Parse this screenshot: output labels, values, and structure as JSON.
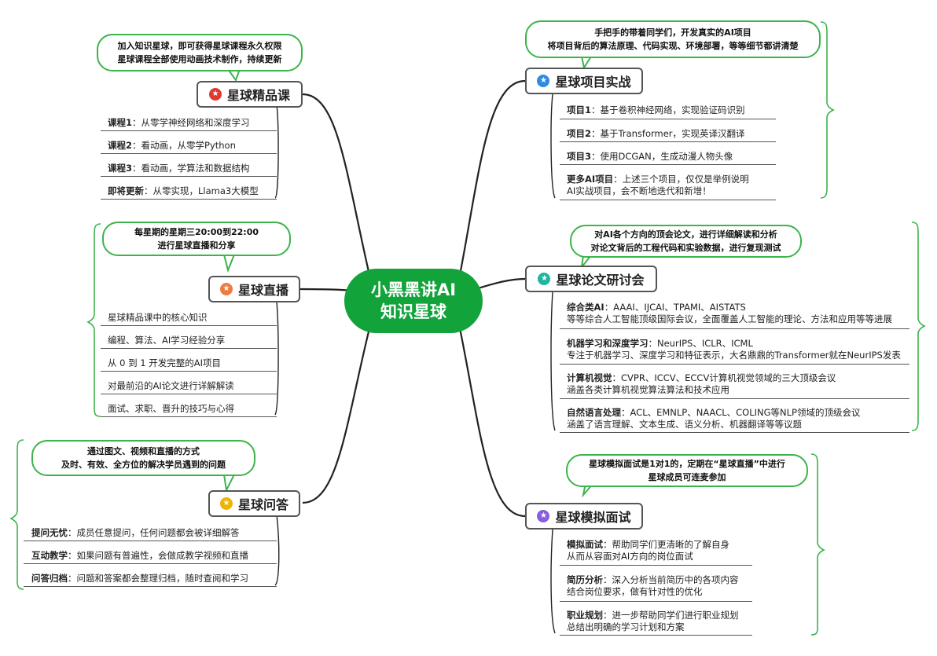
{
  "center": {
    "line1": "小黑黑讲AI",
    "line2": "知识星球"
  },
  "colors": {
    "accent": "#12a33a",
    "callout_border": "#3cb44b",
    "bracket": "#3cb44b",
    "branch": "#222222"
  },
  "branches": {
    "course": {
      "title": "星球精品课",
      "icon": "red-star-icon",
      "icon_color": "#e03a2f",
      "callout": [
        "加入知识星球，即可获得星球课程永久权限",
        "星球课程全部使用动画技术制作，持续更新"
      ],
      "items": [
        {
          "bold": "课程1",
          "text": "：从零学神经网络和深度学习"
        },
        {
          "bold": "课程2",
          "text": "：看动画，从零学Python"
        },
        {
          "bold": "课程3",
          "text": "：看动画，学算法和数据结构"
        },
        {
          "bold": "即将更新",
          "text": "：从零实现，Llama3大模型"
        }
      ]
    },
    "live": {
      "title": "星球直播",
      "icon": "orange-star-icon",
      "icon_color": "#f07b3f",
      "callout": [
        "每星期的星期三20:00到22:00",
        "进行星球直播和分享"
      ],
      "items": [
        {
          "bold": "",
          "text": "星球精品课中的核心知识"
        },
        {
          "bold": "",
          "text": "编程、算法、AI学习经验分享"
        },
        {
          "bold": "",
          "text": "从 0 到 1 开发完整的AI项目"
        },
        {
          "bold": "",
          "text": "对最前沿的AI论文进行详解解读"
        },
        {
          "bold": "",
          "text": "面试、求职、晋升的技巧与心得"
        }
      ]
    },
    "qa": {
      "title": "星球问答",
      "icon": "yellow-star-icon",
      "icon_color": "#f0b400",
      "callout": [
        "通过图文、视频和直播的方式",
        "及时、有效、全方位的解决学员遇到的问题"
      ],
      "items": [
        {
          "bold": "提问无忧",
          "text": "：成员任意提问，任何问题都会被详细解答"
        },
        {
          "bold": "互动教学",
          "text": "：如果问题有普遍性，会做成教学视频和直播"
        },
        {
          "bold": "问答归档",
          "text": "：问题和答案都会整理归档，随时查阅和学习"
        }
      ]
    },
    "project": {
      "title": "星球项目实战",
      "icon": "blue-star-icon",
      "icon_color": "#2f8ae0",
      "callout": [
        "手把手的带着同学们，开发真实的AI项目",
        "将项目背后的算法原理、代码实现、环境部署，等等细节都讲清楚"
      ],
      "items": [
        {
          "bold": "项目1",
          "text": "：基于卷积神经网络，实现验证码识别",
          "text2": ""
        },
        {
          "bold": "项目2",
          "text": "：基于Transformer，实现英译汉翻译",
          "text2": ""
        },
        {
          "bold": "项目3",
          "text": "：使用DCGAN，生成动漫人物头像",
          "text2": ""
        },
        {
          "bold": "更多AI项目",
          "text": "：上述三个项目，仅仅是举例说明",
          "text2": "AI实战项目，会不断地迭代和新增！"
        }
      ]
    },
    "paper": {
      "title": "星球论文研讨会",
      "icon": "teal-star-icon",
      "icon_color": "#1fb5a0",
      "callout": [
        "对AI各个方向的顶会论文，进行详细解读和分析",
        "对论文背后的工程代码和实验数据，进行复现测试"
      ],
      "items": [
        {
          "bold": "综合类AI",
          "text": "：AAAI、IJCAI、TPAMI、AISTATS",
          "text2": "等等综合人工智能顶级国际会议，全面覆盖人工智能的理论、方法和应用等等进展"
        },
        {
          "bold": "机器学习和深度学习",
          "text": "：NeurIPS、ICLR、ICML",
          "text2": "专注于机器学习、深度学习和特征表示，大名鼎鼎的Transformer就在NeurIPS发表"
        },
        {
          "bold": "计算机视觉",
          "text": "：CVPR、ICCV、ECCV计算机视觉领域的三大顶级会议",
          "text2": "涵盖各类计算机视觉算法算法和技术应用"
        },
        {
          "bold": "自然语言处理",
          "text": "：ACL、EMNLP、NAACL、COLING等NLP领域的顶级会议",
          "text2": "涵盖了语言理解、文本生成、语义分析、机器翻译等等议题"
        }
      ]
    },
    "interview": {
      "title": "星球模拟面试",
      "icon": "purple-star-icon",
      "icon_color": "#8a5ce0",
      "callout": [
        "星球模拟面试是1对1的，定期在“星球直播”中进行",
        "星球成员可连麦参加"
      ],
      "items": [
        {
          "bold": "模拟面试",
          "text": "：帮助同学们更清晰的了解自身",
          "text2": "从而从容面对AI方向的岗位面试"
        },
        {
          "bold": "简历分析",
          "text": "：深入分析当前简历中的各项内容",
          "text2": "结合岗位要求，做有针对性的优化"
        },
        {
          "bold": "职业规划",
          "text": "：进一步帮助同学们进行职业规划",
          "text2": "总结出明确的学习计划和方案"
        }
      ]
    }
  }
}
